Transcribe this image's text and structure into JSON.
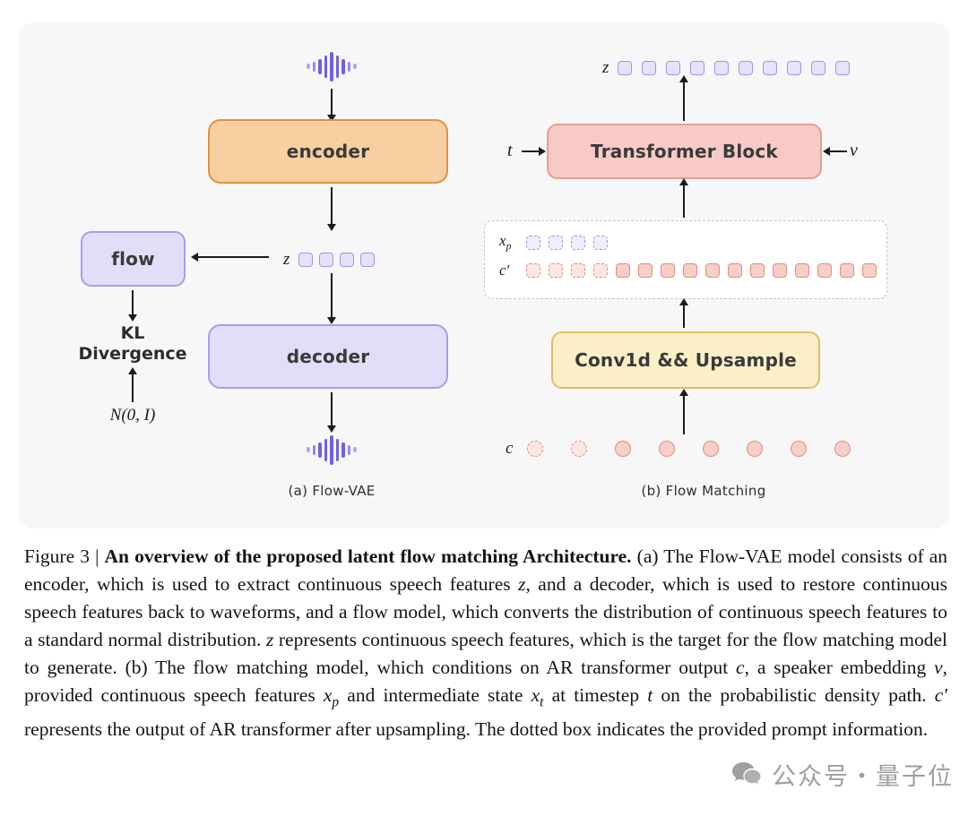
{
  "panel_a": {
    "caption": "(a) Flow-VAE",
    "encoder_label": "encoder",
    "decoder_label": "decoder",
    "flow_label": "flow",
    "kl_line1": "KL",
    "kl_line2": "Divergence",
    "normal_dist_label": "N(0, I)",
    "z_label": "z"
  },
  "panel_b": {
    "caption": "(b) Flow Matching",
    "z_label": "z",
    "t_label": "t",
    "v_label": "v",
    "xp_base": "x",
    "xp_sub": "p",
    "cprime_label": "c′",
    "c_label": "c",
    "transformer_label": "Transformer Block",
    "conv_label": "Conv1d && Upsample"
  },
  "tokens": {
    "z_a": {
      "shape": "square",
      "color": "purple",
      "count": 4,
      "dashed": 0
    },
    "z_b": {
      "shape": "square",
      "color": "purple",
      "count": 10,
      "dashed": 0
    },
    "xp": {
      "shape": "square",
      "color": "purple",
      "count": 4,
      "dashed": 4
    },
    "cprime": {
      "shape": "square",
      "color": "red",
      "count": 16,
      "dashed": 4
    },
    "c": {
      "shape": "circle",
      "color": "red",
      "count": 8,
      "dashed": 2
    }
  },
  "colors": {
    "panel_bg": "#f7f7f8",
    "encoder_fill": "#f8cfa0",
    "encoder_border": "#de9245",
    "purple_fill": "#e3ddfa",
    "purple_border": "#aa9af0",
    "red_fill": "#f7cac6",
    "red_border": "#e69d94",
    "yellow_fill": "#fbefc8",
    "yellow_border": "#debf66"
  },
  "caption": {
    "segments": [
      {
        "t": "Figure 3 | ",
        "s": "normal"
      },
      {
        "t": "An overview of the proposed latent flow matching Architecture.",
        "s": "bold"
      },
      {
        "t": " (a) The Flow-VAE model consists of an encoder, which is used to extract continuous speech features ",
        "s": "normal"
      },
      {
        "t": "z",
        "s": "italic"
      },
      {
        "t": ", and a decoder, which is used to restore continuous speech features back to waveforms, and a flow model, which converts the distribution of continuous speech features to a standard normal distribution. ",
        "s": "normal"
      },
      {
        "t": "z",
        "s": "italic"
      },
      {
        "t": " represents continuous speech features, which is the target for the flow matching model to generate. (b) The flow matching model, which conditions on AR transformer output ",
        "s": "normal"
      },
      {
        "t": "c",
        "s": "italic"
      },
      {
        "t": ", a speaker embedding ",
        "s": "normal"
      },
      {
        "t": "v",
        "s": "italic"
      },
      {
        "t": ", provided continuous speech features ",
        "s": "normal"
      },
      {
        "t": "x",
        "s": "italic"
      },
      {
        "t": "p",
        "s": "sub"
      },
      {
        "t": " and intermediate state ",
        "s": "normal"
      },
      {
        "t": "x",
        "s": "italic"
      },
      {
        "t": "t",
        "s": "sub"
      },
      {
        "t": " at timestep ",
        "s": "normal"
      },
      {
        "t": "t",
        "s": "italic"
      },
      {
        "t": " on the probabilistic density path. ",
        "s": "normal"
      },
      {
        "t": "c′",
        "s": "italic"
      },
      {
        "t": " represents the output of AR transformer after upsampling. The dotted box indicates the provided prompt information.",
        "s": "normal"
      }
    ]
  },
  "watermark": {
    "text": "公众号・量子位"
  }
}
